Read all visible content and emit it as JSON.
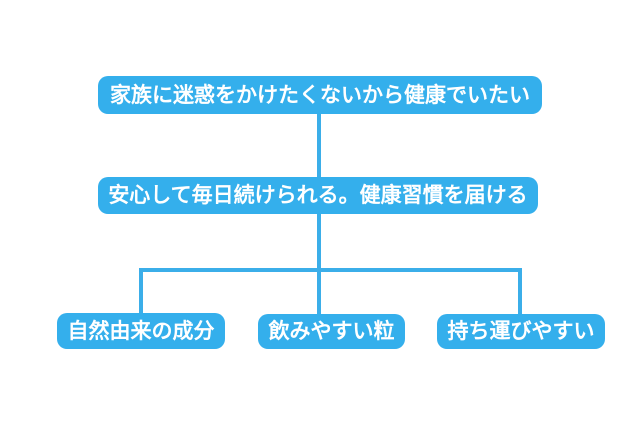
{
  "diagram": {
    "type": "tree",
    "background_color": "#FFFFFF",
    "node_fill_color": "#34AFEC",
    "connector_color": "#3BAEE9",
    "text_color": "#FFFFFF",
    "levels": {
      "root": {
        "label": "家族に迷惑をかけたくないから健康でいたい"
      },
      "concept": {
        "label": "安心して毎日続けられる。健康習慣を届ける"
      },
      "features": [
        {
          "label": "自然由来の成分"
        },
        {
          "label": "飲みやすい粒"
        },
        {
          "label": "持ち運びやすい"
        }
      ]
    }
  }
}
